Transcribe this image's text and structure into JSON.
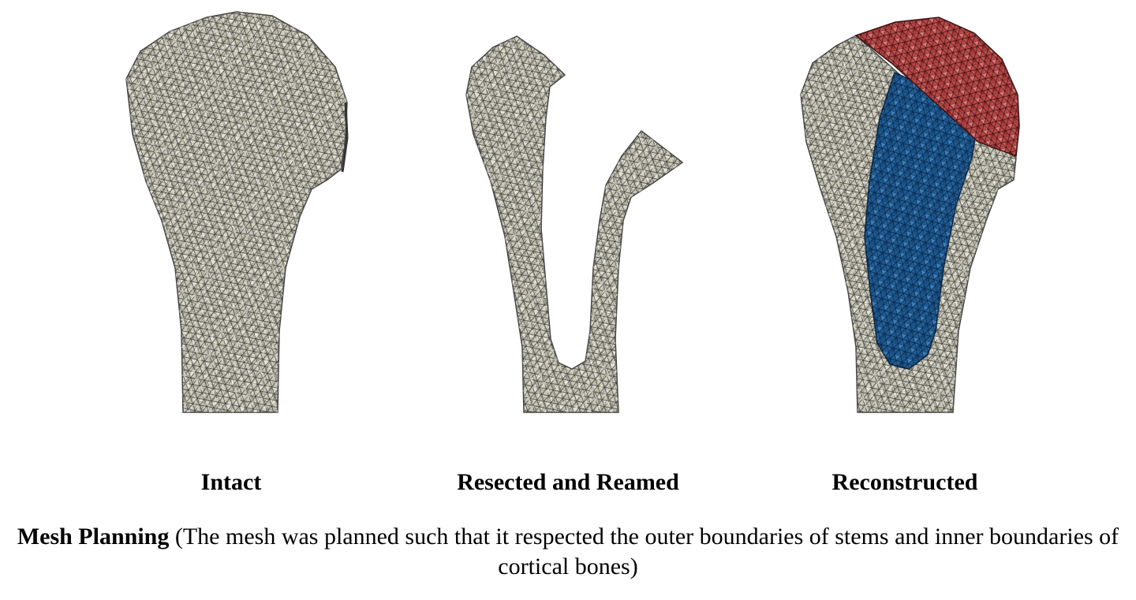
{
  "panels": {
    "intact": {
      "label": "Intact"
    },
    "resected": {
      "label": "Resected and Reamed"
    },
    "reconstructed": {
      "label": "Reconstructed"
    }
  },
  "caption": {
    "title": "Mesh Planning",
    "text": "(The mesh was planned such that it respected the outer boundaries of stems and inner boundaries of cortical bones)"
  },
  "colors": {
    "bone_mesh": "#c9c7b4",
    "bone_mesh_light": "#e3e1d3",
    "mesh_edge": "#2e2e2e",
    "stem_blue": "#1d5a93",
    "stem_blue_light": "#3f7fba",
    "head_red": "#b94848",
    "head_red_light": "#d97777"
  }
}
